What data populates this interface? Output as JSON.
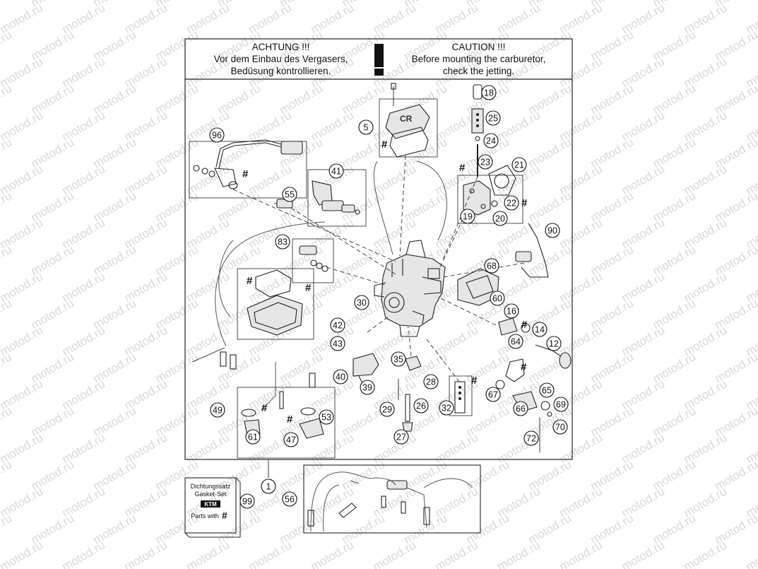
{
  "watermark": "motod.ru",
  "header": {
    "de_title": "ACHTUNG !!!",
    "de_line1": "Vor dem Einbau des Vergasers,",
    "de_line2": "Bedüsung kontrollieren.",
    "warning_symbol": "!",
    "en_title": "CAUTION !!!",
    "en_line1": "Before mounting the carburetor,",
    "en_line2": "check the jetting."
  },
  "hash_mark": "#",
  "callouts": [
    "1",
    "5",
    "12",
    "14",
    "16",
    "18",
    "19",
    "20",
    "21",
    "22",
    "23",
    "24",
    "25",
    "26",
    "27",
    "28",
    "29",
    "30",
    "32",
    "35",
    "39",
    "40",
    "41",
    "42",
    "43",
    "47",
    "49",
    "53",
    "55",
    "56",
    "60",
    "61",
    "64",
    "65",
    "66",
    "67",
    "68",
    "69",
    "70",
    "72",
    "83",
    "90",
    "96",
    "99"
  ],
  "legend": {
    "line1": "Dichtungssatz",
    "line2": "Gasket-Set",
    "line3": "Parts with",
    "logo": "KTM"
  }
}
